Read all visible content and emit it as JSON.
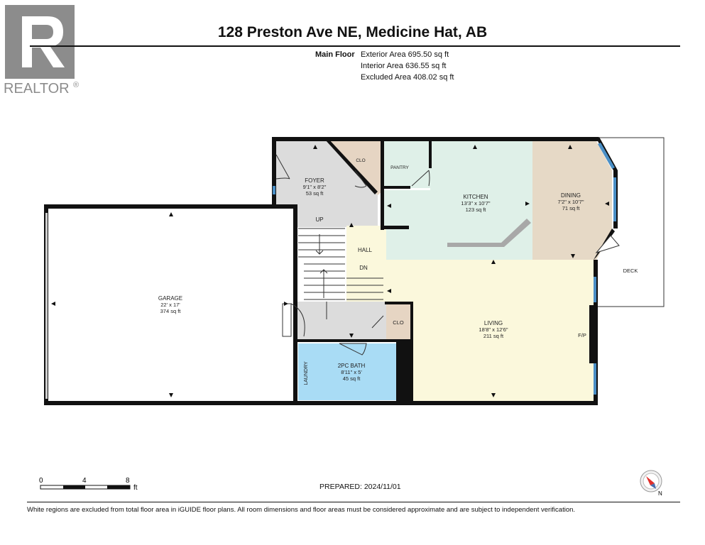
{
  "branding": {
    "logo_text": "REALTOR",
    "registered_mark": "®"
  },
  "header": {
    "address": "128 Preston Ave NE, Medicine Hat, AB",
    "floor": "Main Floor",
    "exterior_area": "Exterior Area 695.50 sq ft",
    "interior_area": "Interior Area 636.55 sq ft",
    "excluded_area": "Excluded Area 408.02 sq ft"
  },
  "rooms": {
    "foyer": {
      "name": "FOYER",
      "dims": "9'1\" x 8'2\"",
      "area": "53 sq ft"
    },
    "kitchen": {
      "name": "KITCHEN",
      "dims": "13'3\" x 10'7\"",
      "area": "123 sq ft"
    },
    "dining": {
      "name": "DINING",
      "dims": "7'2\" x 10'7\"",
      "area": "71 sq ft"
    },
    "garage": {
      "name": "GARAGE",
      "dims": "22' x 17'",
      "area": "374 sq ft"
    },
    "living": {
      "name": "LIVING",
      "dims": "18'8\" x 12'6\"",
      "area": "211 sq ft"
    },
    "bath": {
      "name": "2PC BATH",
      "dims": "8'11\" x 5'",
      "area": "45 sq ft"
    }
  },
  "labels": {
    "clo_top": "CLO",
    "pantry": "PANTRY",
    "up": "UP",
    "hall": "HALL",
    "dn": "DN",
    "clo_bottom": "CLO",
    "laundry": "LAUNDRY",
    "fp": "F/P",
    "deck": "DECK",
    "north": "N"
  },
  "scale": {
    "t0": "0",
    "t4": "4",
    "t8": "8",
    "unit": "ft"
  },
  "footer": {
    "prepared": "PREPARED: 2024/11/01",
    "note": "White regions are excluded from total floor area in iGUIDE floor plans. All room dimensions and floor areas must be considered approximate and are subject to independent verification."
  },
  "colors": {
    "foyer": "#dcdcdc",
    "closet": "#e6d5c3",
    "kitchen": "#dff0e8",
    "dining": "#e6d9c6",
    "living": "#fbf8dc",
    "hall": "#fbf8dc",
    "bath": "#a9dcf5",
    "wall": "#111111",
    "window": "#4a8fc6"
  }
}
